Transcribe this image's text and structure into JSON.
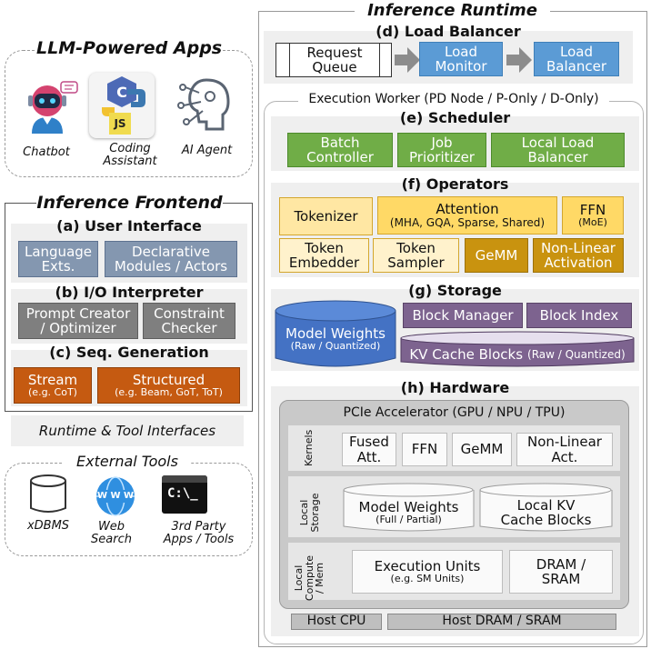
{
  "llm_apps": {
    "title": "LLM-Powered Apps",
    "items": [
      {
        "label": "Chatbot",
        "icon": "chatbot-icon"
      },
      {
        "label": "Coding\nAssistant",
        "icon": "code-languages-icon"
      },
      {
        "label": "AI Agent",
        "icon": "ai-agent-icon"
      }
    ],
    "js_badge": "JS"
  },
  "frontend": {
    "title": "Inference Frontend",
    "user_interface": {
      "title": "(a) User Interface",
      "language_exts": "Language\nExts.",
      "declarative": "Declarative\nModules / Actors"
    },
    "io_interpreter": {
      "title": "(b) I/O Interpreter",
      "prompt_creator": "Prompt Creator\n/ Optimizer",
      "constraint_checker": "Constraint\nChecker"
    },
    "seq_generation": {
      "title": "(c) Seq. Generation",
      "stream": "Stream",
      "stream_sub": "(e.g. CoT)",
      "structured": "Structured",
      "structured_sub": "(e.g. Beam, GoT, ToT)"
    }
  },
  "runtime_tool": "Runtime & Tool Interfaces",
  "external_tools": {
    "title": "External Tools",
    "items": [
      {
        "label": "xDBMS",
        "icon": "database-icon"
      },
      {
        "label": "Web\nSearch",
        "icon": "web-icon"
      },
      {
        "label": "3rd Party\nApps / Tools",
        "icon": "terminal-icon"
      }
    ],
    "www_text": "W W W",
    "terminal_text": "C:\\_"
  },
  "runtime": {
    "title": "Inference Runtime",
    "load_balancer": {
      "title": "(d) Load Balancer",
      "request_queue": "Request\nQueue",
      "load_monitor": "Load\nMonitor",
      "load_balancer_box": "Load\nBalancer"
    },
    "worker_title": "Execution Worker (PD Node / P-Only / D-Only)",
    "scheduler": {
      "title": "(e) Scheduler",
      "batch": "Batch\nController",
      "job": "Job\nPrioritizer",
      "local_lb": "Local Load\nBalancer"
    },
    "operators": {
      "title": "(f) Operators",
      "tokenizer": "Tokenizer",
      "attention": "Attention",
      "attention_sub": "(MHA, GQA, Sparse, Shared)",
      "ffn": "FFN",
      "ffn_sub": "(MoE)",
      "token_embedder": "Token\nEmbedder",
      "token_sampler": "Token\nSampler",
      "gemm": "GeMM",
      "nonlinear": "Non-Linear\nActivation"
    },
    "storage": {
      "title": "(g) Storage",
      "model_weights": "Model Weights",
      "model_weights_sub": "(Raw / Quantized)",
      "block_manager": "Block Manager",
      "block_index": "Block Index",
      "kv_cache": "KV Cache Blocks",
      "kv_cache_sub": "(Raw / Quantized)"
    },
    "hardware": {
      "title": "(h) Hardware",
      "accelerator": "PCIe Accelerator (GPU / NPU / TPU)",
      "kernels_label": "Kernels",
      "fused_att": "Fused\nAtt.",
      "ffn": "FFN",
      "gemm": "GeMM",
      "nonlinear_act": "Non-Linear\nAct.",
      "local_storage_label": "Local\nStorage",
      "model_weights": "Model Weights",
      "model_weights_sub": "(Full / Partial)",
      "local_kv": "Local KV\nCache Blocks",
      "local_compute_label": "Local\nCompute\n/ Mem",
      "exec_units": "Execution Units",
      "exec_units_sub": "(e.g. SM Units)",
      "dram_sram": "DRAM /\nSRAM",
      "host_cpu": "Host CPU",
      "host_dram": "Host DRAM / SRAM"
    }
  },
  "colors": {
    "blue": "#5b9bd5",
    "green": "#70ad47",
    "yellow": "#ffe7a3",
    "gold": "#c9930f",
    "purple": "#7d638f",
    "slate": "#8497b0",
    "grey": "#7f7f7f",
    "orange": "#c55a11"
  }
}
